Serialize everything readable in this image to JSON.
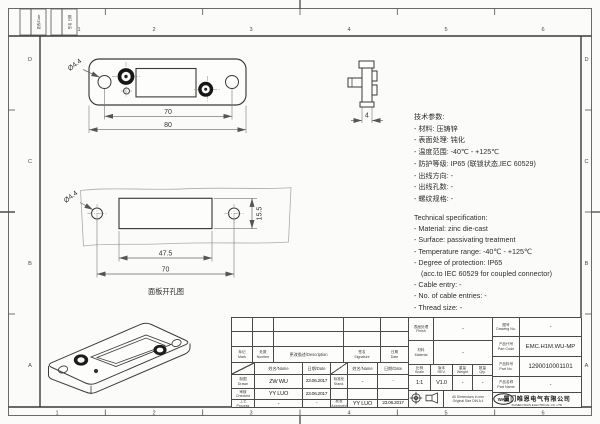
{
  "sheet": {
    "cols": [
      "1",
      "2",
      "3",
      "4",
      "5",
      "6"
    ],
    "rows": [
      "D",
      "C",
      "B",
      "A"
    ],
    "corner_note_1": "更改/Date",
    "corner_note_2": "签名 日期"
  },
  "views": {
    "top": {
      "dim_overall": "80",
      "dim_holes": "70",
      "dim_hole_dia": "Ø4.4"
    },
    "side": {
      "dim_thickness": "4"
    },
    "panel": {
      "caption": "面板开孔图",
      "dim_hole_dia": "Ø4.4",
      "dim_cutout_w": "47.5",
      "dim_span": "70",
      "dim_cutout_h": "15.5"
    }
  },
  "tech_cn": {
    "lines": [
      "技术参数:",
      "- 材料: 压铸锌",
      "- 表面处理: 钝化",
      "- 温度范围: -40℃ - +125℃",
      "- 防护等级: IP65 (联锁状态,IEC 60529)",
      "- 出线方向: -",
      "- 出线孔数: -",
      "- 螺纹规格: -"
    ]
  },
  "tech_en": {
    "lines": [
      "Technical specification:",
      "- Material: zinc die-cast",
      "- Surface: passivating treatment",
      "- Temperature range: -40℃ - +125℃",
      "- Degree of protection: IP65",
      "(acc.to IEC 60529 for coupled connector)",
      "- Cable entry: -",
      "- No. of cable entries: -",
      "- Thread size: -"
    ]
  },
  "title_block": {
    "rev": {
      "mark": "标记\nMark",
      "number": "处数\nNumber",
      "description": "更改描述/Description",
      "signature": "签名\nSignature",
      "date": "日期\nDate"
    },
    "people": {
      "name_header": "姓名/Name",
      "date_header": "日期/Date",
      "drawn_label": "制图\nDrawn",
      "drawn_name": "ZW WU",
      "drawn_date": "23.06.2017",
      "checked_label": "审核\nChecked",
      "checked_name": "YY LUO",
      "checked_date": "23.06.2017",
      "process_label": "工艺\nProcess",
      "process_name": "-",
      "process_date": "-",
      "stand_label": "标准化\nStand.",
      "stand_name": "-",
      "stand_date": "-",
      "approved_label": "批准\nApproved",
      "approved_name": "YY LUO",
      "approved_date": "23.06.2017"
    },
    "props": {
      "finish_label": "表面处理\nFinish",
      "finish_value": "-",
      "material_label": "材料\nMaterial",
      "material_value": "-",
      "scale_label": "比例\nScale",
      "scale_value": "1:1",
      "rev_label": "版本\nREV.",
      "rev_value": "V1.0",
      "weight_label": "重量\nWeight",
      "weight_value": "-",
      "qty_label": "数量\nQty.",
      "qty_value": "-",
      "note": "All Dimensions in mm\nOriginal Size DIN A 4"
    },
    "ids": {
      "drawing_no_label": "图号\nDrawing No.",
      "drawing_no_value": "-",
      "part_code_label": "产品代号\nPart Code",
      "part_code_value": "EMC.H1M.WU-MP",
      "part_no_label": "产品料号\nPart No.",
      "part_no_value": "1290010001101",
      "part_name_label": "产品名称\nPart Name",
      "part_name_value": "-"
    },
    "company": {
      "logo_text": "WAIN",
      "name_cn": "厦门唯恩电气有限公司",
      "name_en": "XIAMEN WAIN ELECTRICAL CO.,LTD"
    }
  }
}
